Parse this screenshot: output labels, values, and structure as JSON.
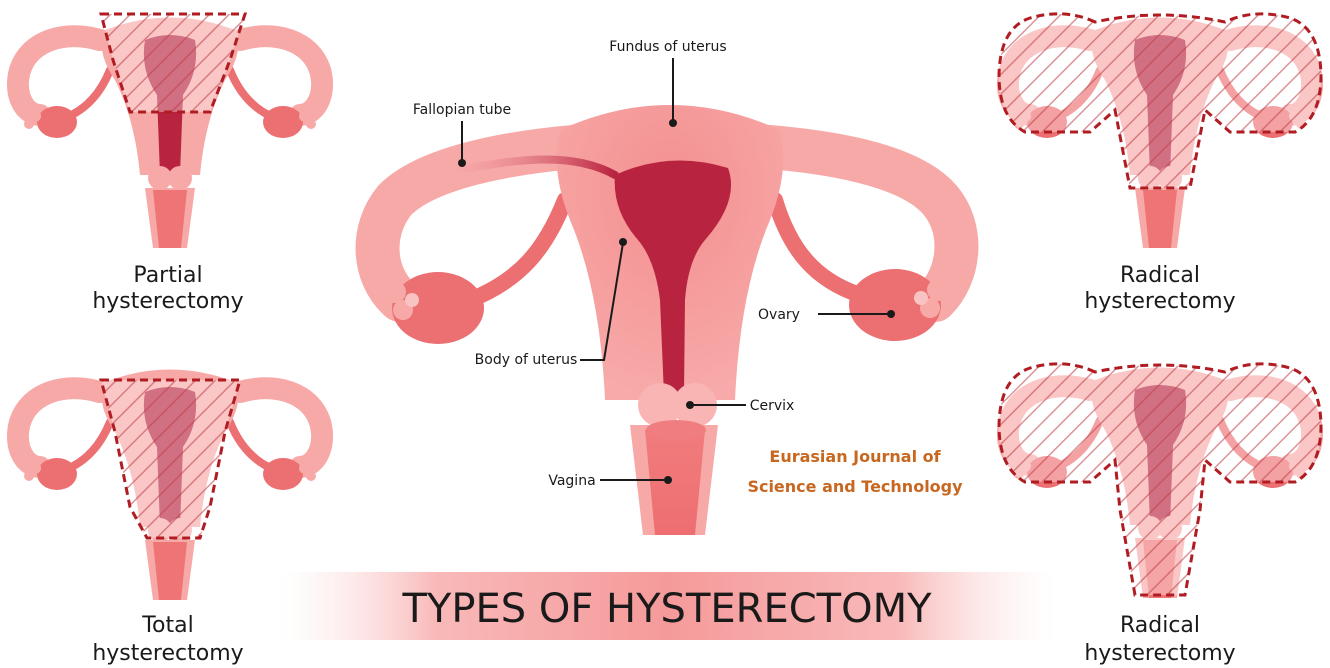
{
  "title": "TYPES OF HYSTERECTOMY",
  "watermark": {
    "line1": "Eurasian Journal of",
    "line2": "Science and Technology"
  },
  "labels": {
    "fundus": "Fundus of uterus",
    "fallopian_tube": "Fallopian tube",
    "body_of_uterus": "Body of uterus",
    "ovary": "Ovary",
    "cervix": "Cervix",
    "vagina": "Vagina"
  },
  "types": {
    "partial": {
      "line1": "Partial",
      "line2": "hysterectomy"
    },
    "total": {
      "line1": "Total",
      "line2": "hysterectomy"
    },
    "radical_top": {
      "line1": "Radical",
      "line2": "hysterectomy"
    },
    "radical_bottom": {
      "line1": "Radical",
      "line2": "hysterectomy"
    }
  },
  "colors": {
    "tissue_light": "#f7a9a8",
    "tissue_mid": "#f08a8a",
    "ovary": "#ec6f72",
    "cavity": "#b8243f",
    "removal_outline": "#b01c22",
    "watermark": "#c8671f"
  }
}
